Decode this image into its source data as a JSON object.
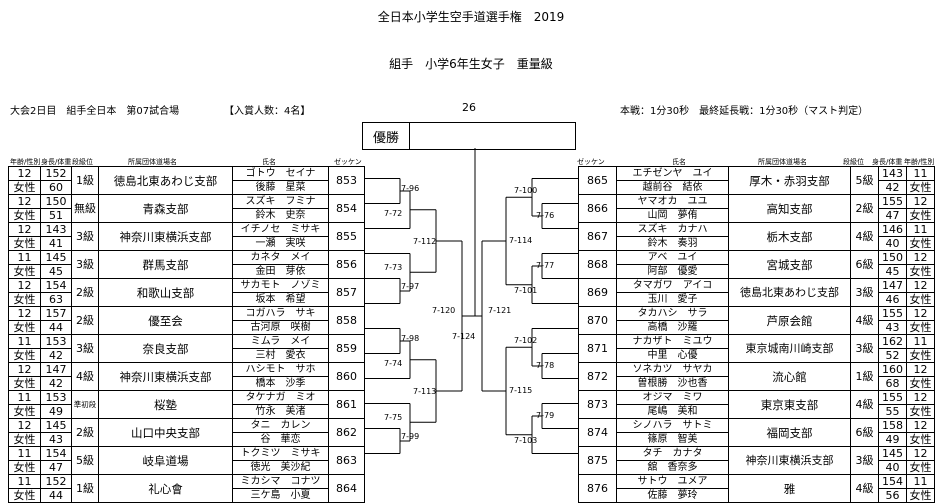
{
  "title": "全日本小学生空手道選手権　2019",
  "subtitle": "組手　小学6年生女子　重量級",
  "info_left": "大会2日目　組手全日本　第07試合場",
  "prize_count": "【入賞人数：4名】",
  "bracket_no": "26",
  "time_rule": "本戦：1分30秒　最終延長戦：1分30秒（マスト判定）",
  "winner_label": "優勝",
  "headers_left": {
    "age_gender": "年齢/性別",
    "height_weight": "身長/体重",
    "rank": "段級位",
    "dojo": "所属団体道場名",
    "name": "氏名",
    "zekken": "ゼッケン"
  },
  "headers_right": {
    "zekken": "ゼッケン",
    "name": "氏名",
    "dojo": "所属団体道場名",
    "rank": "段級位",
    "height_weight": "身長/体重",
    "age_gender": "年齢/性別"
  },
  "left_players": [
    {
      "age": "12",
      "gender": "女性",
      "height": "152",
      "weight": "60",
      "rank": "1級",
      "dojo": "徳島北東あわじ支部",
      "kana": "ゴトウ　セイナ",
      "name": "後藤　星菜",
      "zekken": "853"
    },
    {
      "age": "12",
      "gender": "女性",
      "height": "150",
      "weight": "51",
      "rank": "無級",
      "dojo": "青森支部",
      "kana": "スズキ　フミナ",
      "name": "鈴木　史奈",
      "zekken": "854"
    },
    {
      "age": "12",
      "gender": "女性",
      "height": "143",
      "weight": "41",
      "rank": "3級",
      "dojo": "神奈川東横浜支部",
      "kana": "イチノセ　ミサキ",
      "name": "一瀬　実咲",
      "zekken": "855"
    },
    {
      "age": "11",
      "gender": "女性",
      "height": "145",
      "weight": "45",
      "rank": "3級",
      "dojo": "群馬支部",
      "kana": "カネタ　メイ",
      "name": "金田　芽依",
      "zekken": "856"
    },
    {
      "age": "12",
      "gender": "女性",
      "height": "154",
      "weight": "63",
      "rank": "2級",
      "dojo": "和歌山支部",
      "kana": "サカモト　ノゾミ",
      "name": "坂本　希望",
      "zekken": "857"
    },
    {
      "age": "12",
      "gender": "女性",
      "height": "157",
      "weight": "44",
      "rank": "2級",
      "dojo": "優至会",
      "kana": "コガハラ　サキ",
      "name": "古河原　咲樹",
      "zekken": "858"
    },
    {
      "age": "11",
      "gender": "女性",
      "height": "153",
      "weight": "42",
      "rank": "3級",
      "dojo": "奈良支部",
      "kana": "ミムラ　メイ",
      "name": "三村　愛衣",
      "zekken": "859"
    },
    {
      "age": "12",
      "gender": "女性",
      "height": "147",
      "weight": "42",
      "rank": "4級",
      "dojo": "神奈川東横浜支部",
      "kana": "ハシモト　サホ",
      "name": "橋本　沙季",
      "zekken": "860"
    },
    {
      "age": "11",
      "gender": "女性",
      "height": "153",
      "weight": "49",
      "rank": "準初段",
      "dojo": "桜塾",
      "kana": "タケナガ　ミオ",
      "name": "竹永　美渚",
      "zekken": "861"
    },
    {
      "age": "12",
      "gender": "女性",
      "height": "145",
      "weight": "43",
      "rank": "2級",
      "dojo": "山口中央支部",
      "kana": "タニ　カレン",
      "name": "谷　華恋",
      "zekken": "862"
    },
    {
      "age": "11",
      "gender": "女性",
      "height": "154",
      "weight": "47",
      "rank": "5級",
      "dojo": "岐阜道場",
      "kana": "トクミツ　ミサキ",
      "name": "徳光　美沙紀",
      "zekken": "863"
    },
    {
      "age": "11",
      "gender": "女性",
      "height": "152",
      "weight": "44",
      "rank": "1級",
      "dojo": "礼心會",
      "kana": "ミカシマ　コナツ",
      "name": "三ケ島　小夏",
      "zekken": "864"
    }
  ],
  "right_players": [
    {
      "zekken": "865",
      "kana": "エチゼンヤ　ユイ",
      "name": "越前谷　結依",
      "dojo": "厚木・赤羽支部",
      "rank": "5級",
      "height": "143",
      "weight": "42",
      "age": "11",
      "gender": "女性"
    },
    {
      "zekken": "866",
      "kana": "ヤマオカ　ユユ",
      "name": "山岡　夢侑",
      "dojo": "高知支部",
      "rank": "2級",
      "height": "155",
      "weight": "47",
      "age": "12",
      "gender": "女性"
    },
    {
      "zekken": "867",
      "kana": "スズキ　カナハ",
      "name": "鈴木　奏羽",
      "dojo": "栃木支部",
      "rank": "4級",
      "height": "146",
      "weight": "40",
      "age": "11",
      "gender": "女性"
    },
    {
      "zekken": "868",
      "kana": "アベ　ユイ",
      "name": "阿部　優愛",
      "dojo": "宮城支部",
      "rank": "6級",
      "height": "150",
      "weight": "45",
      "age": "12",
      "gender": "女性"
    },
    {
      "zekken": "869",
      "kana": "タマガワ　アイコ",
      "name": "玉川　愛子",
      "dojo": "徳島北東あわじ支部",
      "rank": "3級",
      "height": "147",
      "weight": "46",
      "age": "12",
      "gender": "女性"
    },
    {
      "zekken": "870",
      "kana": "タカハシ　サラ",
      "name": "高橋　沙羅",
      "dojo": "芦原会館",
      "rank": "4級",
      "height": "155",
      "weight": "43",
      "age": "12",
      "gender": "女性"
    },
    {
      "zekken": "871",
      "kana": "ナカザト　ミユウ",
      "name": "中里　心優",
      "dojo": "東京城南川崎支部",
      "rank": "3級",
      "height": "162",
      "weight": "52",
      "age": "11",
      "gender": "女性"
    },
    {
      "zekken": "872",
      "kana": "ソネカツ　サヤカ",
      "name": "曽根勝　沙也香",
      "dojo": "流心館",
      "rank": "1級",
      "height": "160",
      "weight": "68",
      "age": "12",
      "gender": "女性"
    },
    {
      "zekken": "873",
      "kana": "オジマ　ミワ",
      "name": "尾嶋　美和",
      "dojo": "東京東支部",
      "rank": "4級",
      "height": "155",
      "weight": "55",
      "age": "12",
      "gender": "女性"
    },
    {
      "zekken": "874",
      "kana": "シノハラ　サトミ",
      "name": "篠原　智美",
      "dojo": "福岡支部",
      "rank": "6級",
      "height": "158",
      "weight": "49",
      "age": "12",
      "gender": "女性"
    },
    {
      "zekken": "875",
      "kana": "タチ　カナタ",
      "name": "舘　香奈多",
      "dojo": "神奈川東横浜支部",
      "rank": "3級",
      "height": "145",
      "weight": "40",
      "age": "12",
      "gender": "女性"
    },
    {
      "zekken": "876",
      "kana": "サトウ　ユメア",
      "name": "佐藤　夢玲",
      "dojo": "雅",
      "rank": "4級",
      "height": "154",
      "weight": "56",
      "age": "11",
      "gender": "女性"
    }
  ],
  "matches": {
    "m96": "7-96",
    "m97": "7-97",
    "m98": "7-98",
    "m99": "7-99",
    "m72": "7-72",
    "m73": "7-73",
    "m74": "7-74",
    "m75": "7-75",
    "m112": "7-112",
    "m113": "7-113",
    "m120": "7-120",
    "m124": "7-124",
    "m100": "7-100",
    "m101": "7-101",
    "m102": "7-102",
    "m103": "7-103",
    "m76": "7-76",
    "m77": "7-77",
    "m78": "7-78",
    "m79": "7-79",
    "m114": "7-114",
    "m115": "7-115",
    "m121": "7-121"
  }
}
